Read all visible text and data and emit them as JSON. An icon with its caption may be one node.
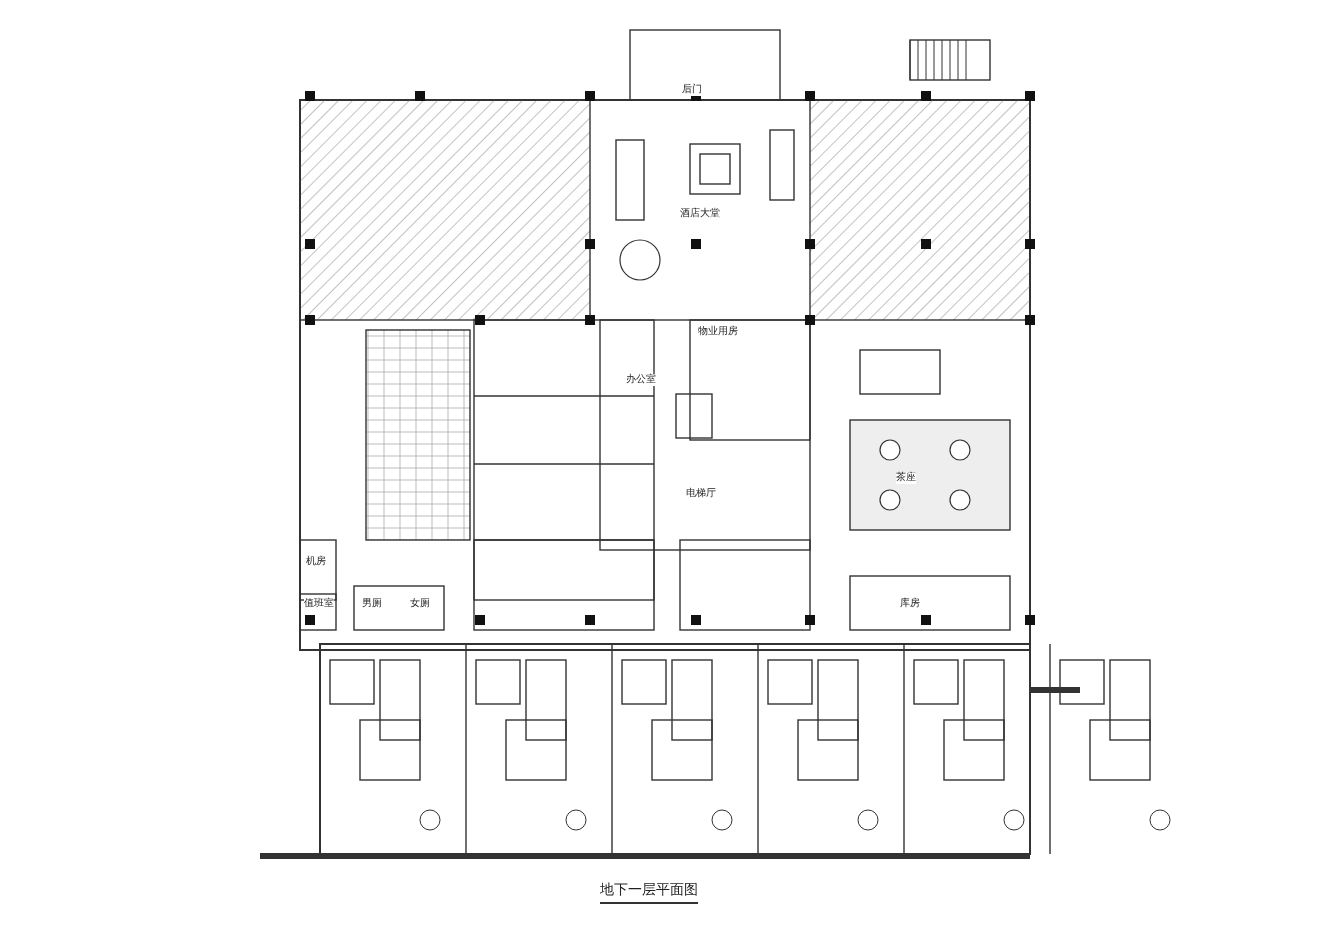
{
  "diagram": {
    "title": "地下一层平面图",
    "labels": [
      "后门",
      "酒店大堂",
      "物业用房",
      "办公室",
      "茶座",
      "电梯厅",
      "机房",
      "值班室",
      "男厕",
      "女厕",
      "库房"
    ]
  }
}
